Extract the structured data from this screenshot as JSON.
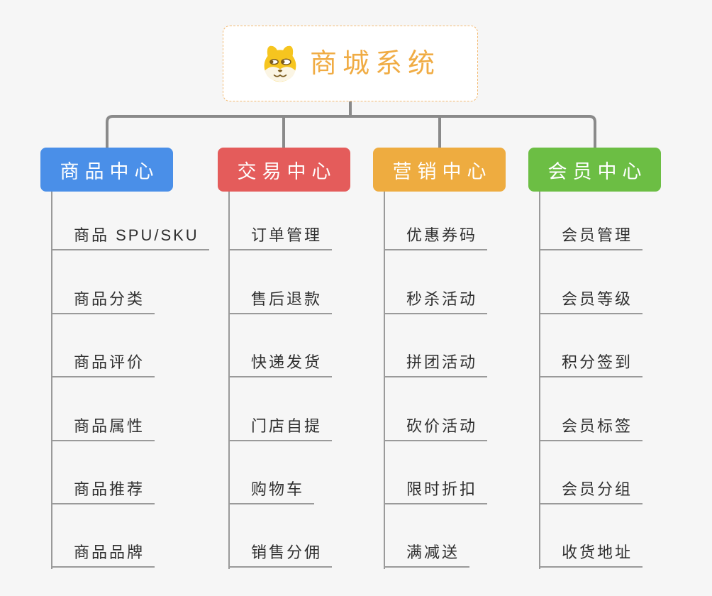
{
  "root": {
    "title": "商城系统",
    "icon": "dog-face-icon",
    "text_color": "#F0AC44",
    "border_color": "#F3BA72",
    "background": "#FFFFFF"
  },
  "connector_color": "#8A8A8A",
  "child_line_color": "#9A9A9A",
  "page_background": "#F6F6F6",
  "branches": [
    {
      "label": "商品中心",
      "color": "#4A8FE8",
      "children": [
        "商品 SPU/SKU",
        "商品分类",
        "商品评价",
        "商品属性",
        "商品推荐",
        "商品品牌"
      ]
    },
    {
      "label": "交易中心",
      "color": "#E45C5B",
      "children": [
        "订单管理",
        "售后退款",
        "快递发货",
        "门店自提",
        "购物车",
        "销售分佣"
      ]
    },
    {
      "label": "营销中心",
      "color": "#EEAC40",
      "children": [
        "优惠券码",
        "秒杀活动",
        "拼团活动",
        "砍价活动",
        "限时折扣",
        "满减送"
      ]
    },
    {
      "label": "会员中心",
      "color": "#6CBE44",
      "children": [
        "会员管理",
        "会员等级",
        "积分签到",
        "会员标签",
        "会员分组",
        "收货地址"
      ]
    }
  ]
}
